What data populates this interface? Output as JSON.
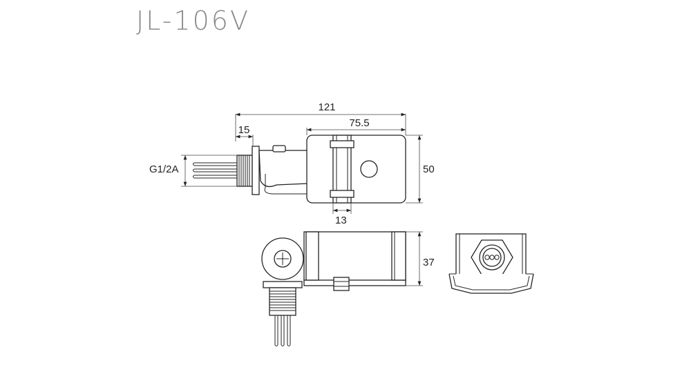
{
  "model": "JL-106V",
  "dimensions": {
    "overall_length": "121",
    "body_length": "75.5",
    "thread_length": "15",
    "thread_size": "G1/2A",
    "height": "50",
    "clip_width": "13",
    "depth": "37"
  }
}
